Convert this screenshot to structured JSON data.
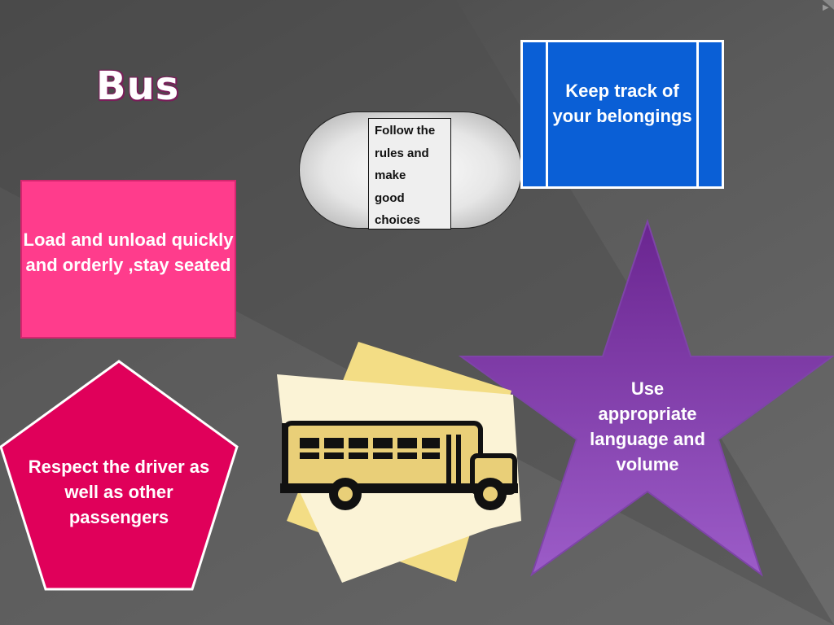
{
  "title": "Bus",
  "shapes": {
    "capsule_text": "Follow the rules and make good choices",
    "capsule_lines": [
      "Follow the",
      "rules and",
      "make",
      "good",
      "choices"
    ],
    "blue_box_text": "Keep track of your belongings",
    "pink_box_text": "Load and unload quickly and orderly ,stay seated",
    "pentagon_text": "Respect the driver as well as other passengers",
    "star_text": "Use appropriate language and volume"
  },
  "colors": {
    "pink": "#ff3c8c",
    "blue": "#0a5fd6",
    "crimson": "#e0005a",
    "purple": "#7b35a0",
    "bus_yellow": "#e9cf78"
  },
  "icons": [
    "bus-clipart"
  ]
}
